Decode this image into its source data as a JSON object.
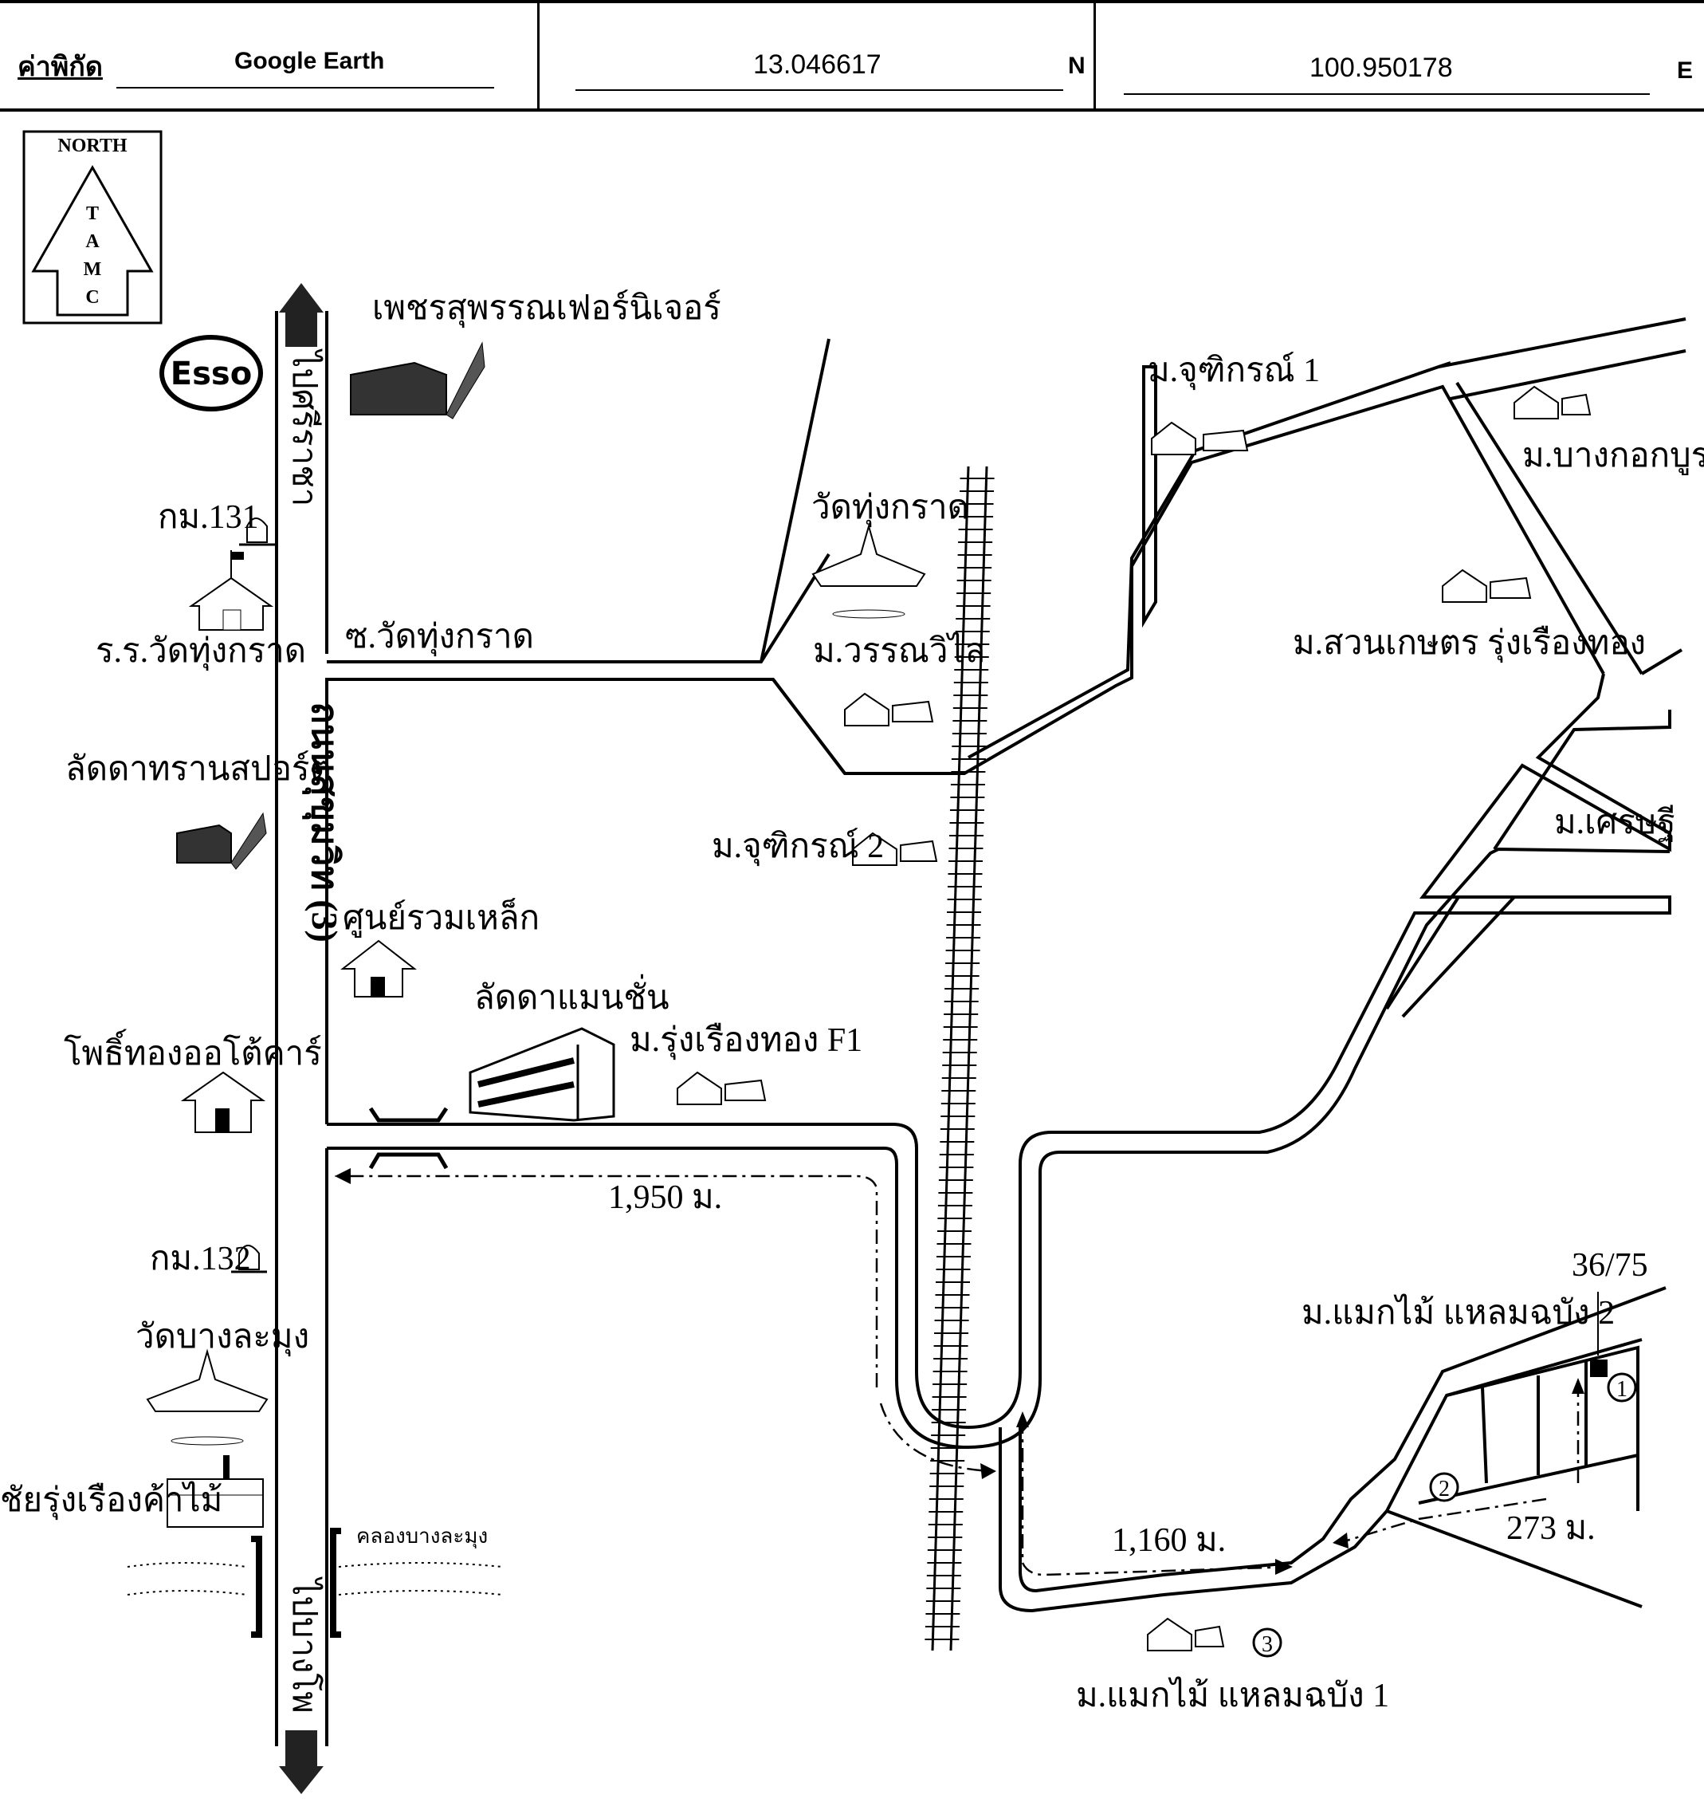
{
  "header": {
    "coord_label": "ค่าพิกัด",
    "source": "Google Earth",
    "latitude": "13.046617",
    "lat_dir": "N",
    "longitude": "100.950178",
    "lon_dir": "E"
  },
  "north_arrow": {
    "title": "NORTH",
    "letters": [
      "T",
      "A",
      "M",
      "C"
    ]
  },
  "roads": {
    "main_road": "ถนนสุขุมวิท (3)",
    "to_north": "ไปศรีราชา",
    "to_south": "ไปบางโพ",
    "soi_wat": "ซ.วัดทุ่งกราด"
  },
  "places": {
    "esso": "Esso",
    "furniture": "เพชรสุพรรณเฟอร์นิเจอร์",
    "km131": "กม.131",
    "school": "ร.ร.วัดทุ่งกราด",
    "ladda_transport": "ลัดดาทรานสปอร์ต",
    "steel_center": "ศูนย์รวมเหล็ก",
    "ladda_mansion": "ลัดดาแมนชั่น",
    "pho_thong": "โพธิ์ทองออโต้คาร์",
    "km132": "กม.132",
    "wat_banglamung": "วัดบางละมุง",
    "chai_rung": "ชัยรุ่งเรืองค้าไม้",
    "canal": "คลองบางละมุง",
    "wat_thung_krad": "วัดทุ่งกราด",
    "m_wanwilai": "ม.วรรณวิไล",
    "m_chutikarn1": "ม.จุฑิกรณ์ 1",
    "m_chutikarn2": "ม.จุฑิกรณ์ 2",
    "m_bangkok_burapha": "ม.บางกอกบูรพา",
    "m_suan_kaset": "ม.สวนเกษตร รุ่งเรืองทอง",
    "m_setthi": "ม.เศรษฐี",
    "m_rung_rueang": "ม.รุ่งเรืองทอง F1",
    "m_maekmai2": "ม.แมกไม้ แหลมฉบัง 2",
    "m_maekmai1": "ม.แมกไม้ แหลมฉบัง 1",
    "house_no": "36/75"
  },
  "distances": {
    "d1": "1,950 ม.",
    "d2": "1,160 ม.",
    "d3": "273 ม."
  },
  "markers": [
    "1",
    "2",
    "3"
  ]
}
